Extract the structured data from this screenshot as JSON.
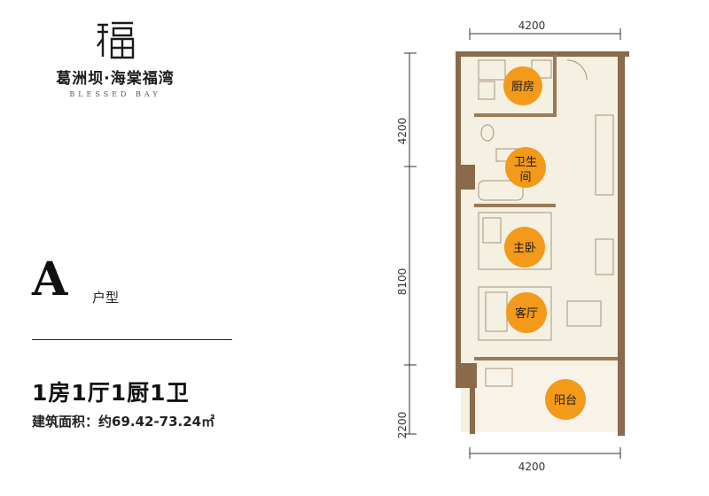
{
  "brand": {
    "name_cn": "葛洲坝·海棠福湾",
    "name_en": "BLESSED BAY",
    "logo_char": "福"
  },
  "unit": {
    "letter": "A",
    "suffix": "户型",
    "layout": "1房1厅1厨1卫",
    "area_label": "建筑面积：约69.42-73.24㎡"
  },
  "plan": {
    "dims": {
      "top": "4200",
      "bottom": "4200",
      "left_top": "4200",
      "left_mid": "8100",
      "left_bottom": "2200"
    },
    "rooms": {
      "kitchen": "厨房",
      "bathroom_line1": "卫生",
      "bathroom_line2": "间",
      "master_bedroom": "主卧",
      "living_room": "客厅",
      "balcony": "阳台"
    },
    "colors": {
      "room_marker": "#f39a1a",
      "wall": "#8a6a4a",
      "floor": "#f4f0e2"
    }
  }
}
